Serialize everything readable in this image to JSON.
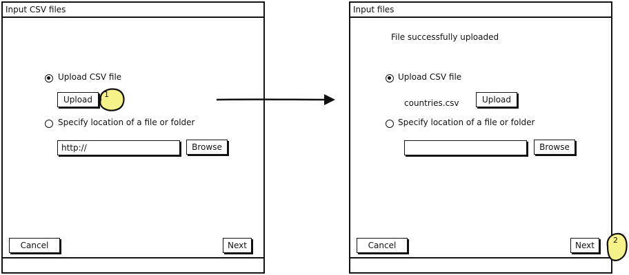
{
  "left_window": {
    "title": "Input CSV files",
    "upload_csv_option": "Upload CSV file",
    "upload_button": "Upload",
    "specify_location_option": "Specify location of a file or folder",
    "location_field_value": "http://",
    "browse_button": "Browse",
    "cancel_button": "Cancel",
    "next_button": "Next"
  },
  "right_window": {
    "title": "Input files",
    "status_message": "File successfully uploaded",
    "upload_csv_option": "Upload CSV file",
    "uploaded_filename": "countries.csv",
    "upload_button": "Upload",
    "specify_location_option": "Specify location of a file or folder",
    "location_field_value": "",
    "browse_button": "Browse",
    "cancel_button": "Cancel",
    "next_button": "Next"
  },
  "annotations": {
    "step_1": "1",
    "step_2": "2"
  },
  "colors": {
    "highlight": "#f5f28a",
    "stroke": "#111111"
  },
  "icons": {
    "flow_arrow": "arrow-right-icon"
  }
}
